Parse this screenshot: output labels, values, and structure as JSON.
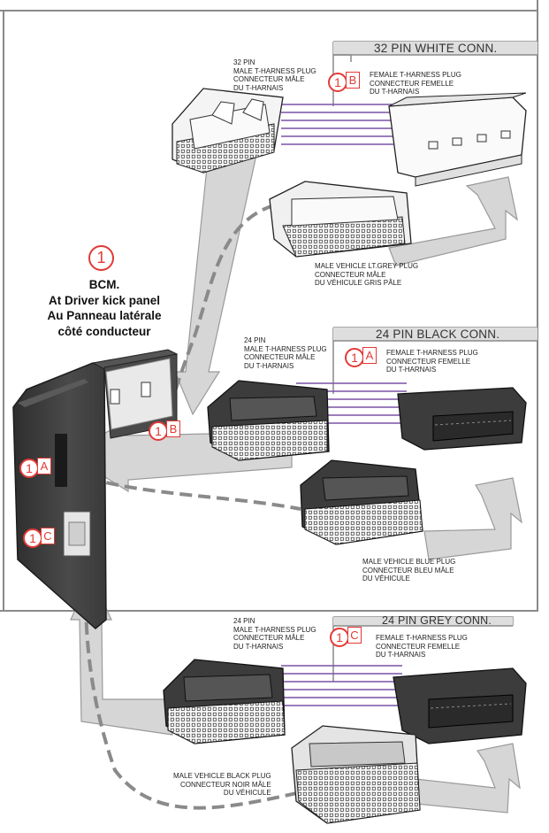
{
  "bcm": {
    "number": "1",
    "lines": [
      "BCM.",
      "At Driver kick panel",
      "Au Panneau latérale",
      "côté conducteur"
    ]
  },
  "headers": {
    "white": "32 PIN WHITE CONN.",
    "black": "24 PIN  BLACK CONN.",
    "grey": "24 PIN GREY CONN."
  },
  "labels": {
    "male_th_32": "32 PIN\nMALE T-HARNESS PLUG\nCONNECTEUR MÂLE\nDU T-HARNAIS",
    "female_th_32": "FEMALE T-HARNESS PLUG\nCONNECTEUR FEMELLE\nDU T-HARNAIS",
    "vehicle_grey": "MALE VEHICLE LT.GREY PLUG\nCONNECTEUR MÂLE\nDU VÉHICULE GRIS PÂLE",
    "male_th_24a": "24 PIN\nMALE T-HARNESS PLUG\nCONNECTEUR MÂLE\nDU T-HARNAIS",
    "female_th_24a": "FEMALE T-HARNESS PLUG\nCONNECTEUR FEMELLE\nDU T-HARNAIS",
    "vehicle_blue": "MALE VEHICLE BLUE PLUG\nCONNECTEUR BLEU MÂLE\nDU VÉHICULE",
    "male_th_24b": "24 PIN\nMALE T-HARNESS PLUG\nCONNECTEUR MÂLE\nDU T-HARNAIS",
    "female_th_24b": "FEMALE T-HARNESS PLUG\nCONNECTEUR FEMELLE\nDU T-HARNAIS",
    "vehicle_black": "MALE VEHICLE BLACK PLUG\nCONNECTEUR NOIR MÂLE\nDU VÉHICULE"
  },
  "badges": {
    "number": "1",
    "b": "B",
    "a": "A",
    "c": "C"
  },
  "colors": {
    "marker_red": "#e23a36",
    "wire_purple": "#7a52a6",
    "frame_grey": "#8a8a8a",
    "arrow_fill": "#d6d6d6",
    "connector_dark": "#3c3c3c",
    "connector_light": "#f4f4f4"
  }
}
